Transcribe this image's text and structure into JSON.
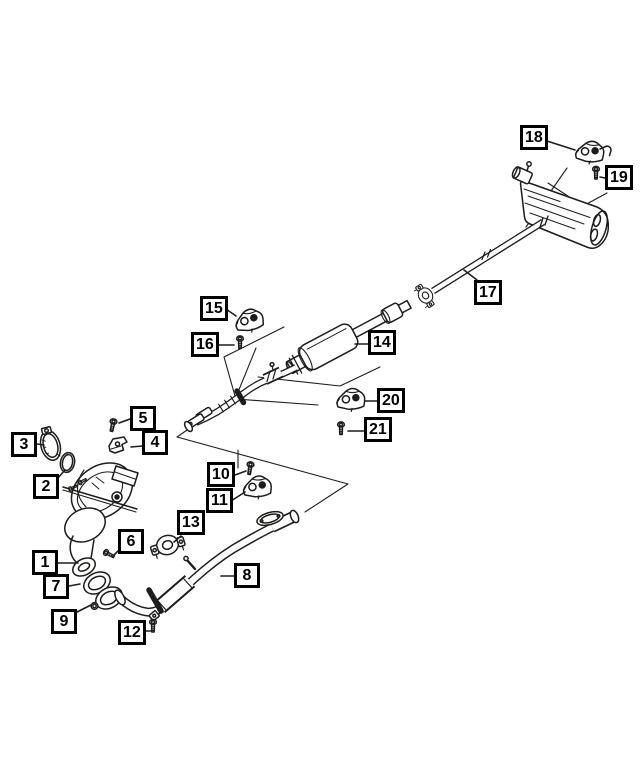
{
  "diagram": {
    "kind": "exploded-parts-diagram",
    "colors": {
      "background": "#ffffff",
      "line": "#1d1d1b",
      "callout_border": "#000000",
      "callout_text": "#000000",
      "callout_fill": "#ffffff"
    },
    "callout_count": 21,
    "callouts": [
      {
        "label": "1"
      },
      {
        "label": "2"
      },
      {
        "label": "3"
      },
      {
        "label": "4"
      },
      {
        "label": "5"
      },
      {
        "label": "6"
      },
      {
        "label": "7"
      },
      {
        "label": "8"
      },
      {
        "label": "9"
      },
      {
        "label": "10"
      },
      {
        "label": "11"
      },
      {
        "label": "12"
      },
      {
        "label": "13"
      },
      {
        "label": "14"
      },
      {
        "label": "15"
      },
      {
        "label": "16"
      },
      {
        "label": "17"
      },
      {
        "label": "18"
      },
      {
        "label": "19"
      },
      {
        "label": "20"
      },
      {
        "label": "21"
      }
    ]
  }
}
